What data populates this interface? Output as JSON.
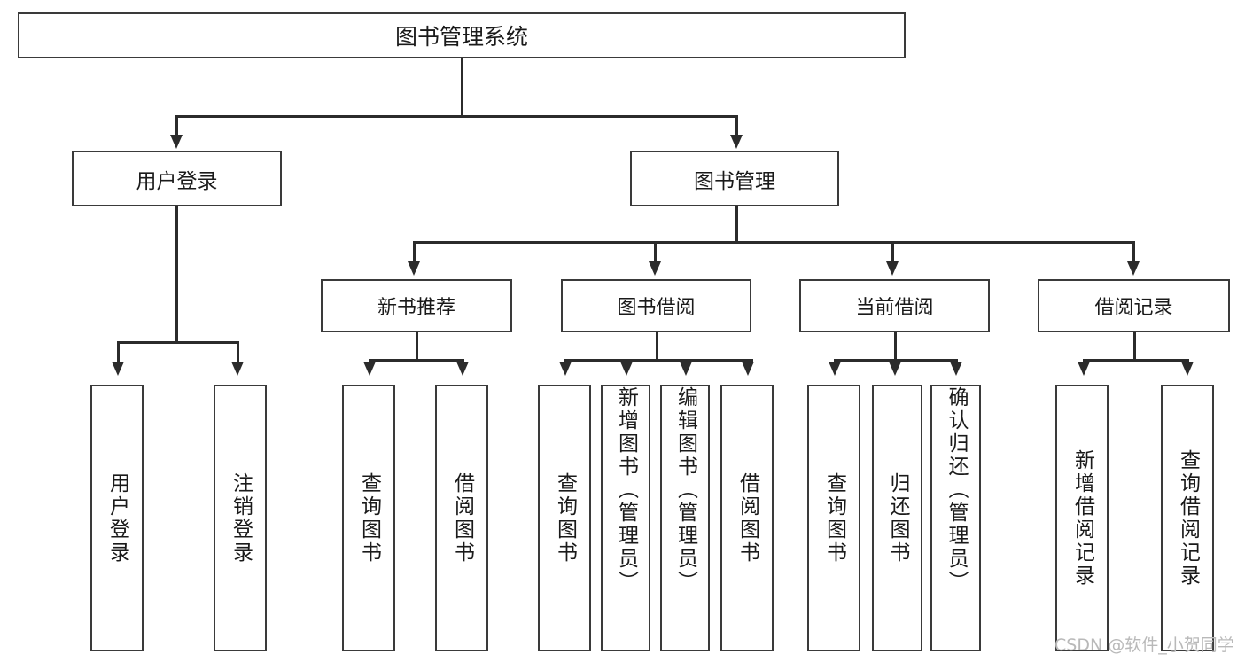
{
  "diagram": {
    "type": "tree-hierarchy-chart",
    "title": "图书管理系统",
    "root": {
      "label": "图书管理系统"
    },
    "level2": [
      {
        "label": "用户登录"
      },
      {
        "label": "图书管理"
      }
    ],
    "level3": [
      {
        "label": "新书推荐"
      },
      {
        "label": "图书借阅"
      },
      {
        "label": "当前借阅"
      },
      {
        "label": "借阅记录"
      }
    ],
    "leaves": {
      "user_login": [
        {
          "label": "用户登录"
        },
        {
          "label": "注销登录"
        }
      ],
      "new_book_recommend": [
        {
          "label": "查询图书"
        },
        {
          "label": "借阅图书"
        }
      ],
      "book_borrow": [
        {
          "label": "查询图书"
        },
        {
          "label": "新增图书（管理员）"
        },
        {
          "label": "编辑图书（管理员）"
        },
        {
          "label": "借阅图书"
        }
      ],
      "current_borrow": [
        {
          "label": "查询图书"
        },
        {
          "label": "归还图书"
        },
        {
          "label": "确认归还（管理员）"
        }
      ],
      "borrow_record": [
        {
          "label": "新增借阅记录"
        },
        {
          "label": "查询借阅记录"
        }
      ]
    }
  },
  "watermark": {
    "text": "CSDN @软件_小贺同学"
  },
  "colors": {
    "border": "#3a3a3a",
    "line": "#2b2b2b",
    "text": "#1a1a1a",
    "background": "#ffffff",
    "watermark": "#b9b9b9"
  }
}
